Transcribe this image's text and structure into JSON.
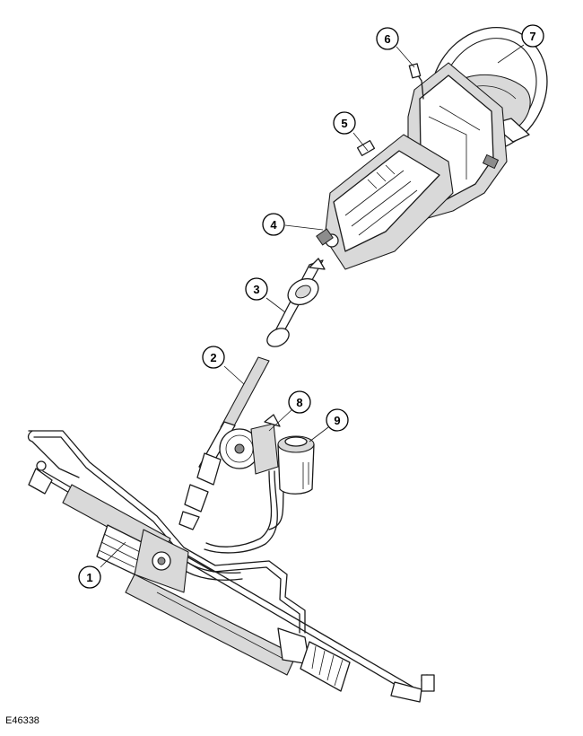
{
  "figure_id": "E46338",
  "callouts": [
    {
      "number": "1"
    },
    {
      "number": "2"
    },
    {
      "number": "3"
    },
    {
      "number": "4"
    },
    {
      "number": "5"
    },
    {
      "number": "6"
    },
    {
      "number": "7"
    },
    {
      "number": "8"
    },
    {
      "number": "9"
    }
  ]
}
